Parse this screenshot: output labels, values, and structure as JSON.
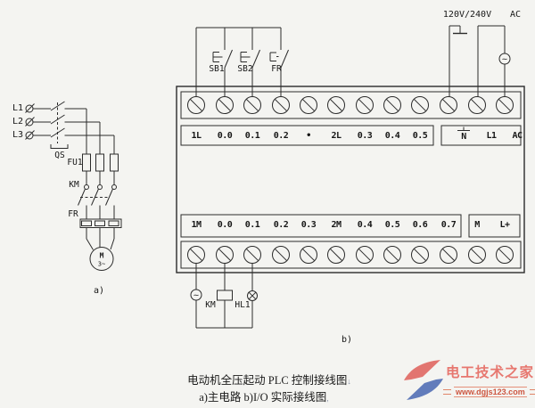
{
  "background": "#f4f4f1",
  "line_color": "#2b2b2b",
  "main_circuit": {
    "phase_labels": [
      "L1",
      "L2",
      "L3"
    ],
    "switch_label": "QS",
    "fuse_label": "FU1",
    "contactor_label": "KM",
    "overload_label": "FR",
    "motor_label": "M",
    "motor_sub_label": "3~",
    "sub_caption": "a)"
  },
  "inputs": {
    "button1_label": "SB1",
    "button2_label": "SB2",
    "overload_contact_label": "FR"
  },
  "power": {
    "voltage_label": "120V/240V",
    "ac_label": "AC",
    "ac_source_symbol": "~"
  },
  "plc": {
    "top_row": {
      "group1": [
        "1L",
        "0.0",
        "0.1",
        "0.2",
        "•",
        "2L",
        "0.3",
        "0.4",
        "0.5"
      ],
      "group2": [
        "N",
        "L1",
        "AC"
      ]
    },
    "bottom_row": {
      "group1": [
        "1M",
        "0.0",
        "0.1",
        "0.2",
        "0.3",
        "2M",
        "0.4",
        "0.5",
        "0.6",
        "0.7"
      ],
      "group2": [
        "M",
        "L+"
      ]
    }
  },
  "outputs": {
    "ac_source_symbol": "~",
    "contactor_label": "KM",
    "lamp_label": "HL1",
    "sub_caption": "b)"
  },
  "caption": {
    "line1": "电动机全压起动 PLC 控制接线图",
    "line1_mark": "↓",
    "line2": "a)主电路  b)I/O 实际接线图",
    "line2_mark": ","
  },
  "watermark": {
    "site_name": "电工技术之家",
    "site_url": "www.dgjs123.com",
    "brand_red": "#df5f5a",
    "brand_blue": "#4968b2",
    "url_color": "#cd5742"
  }
}
